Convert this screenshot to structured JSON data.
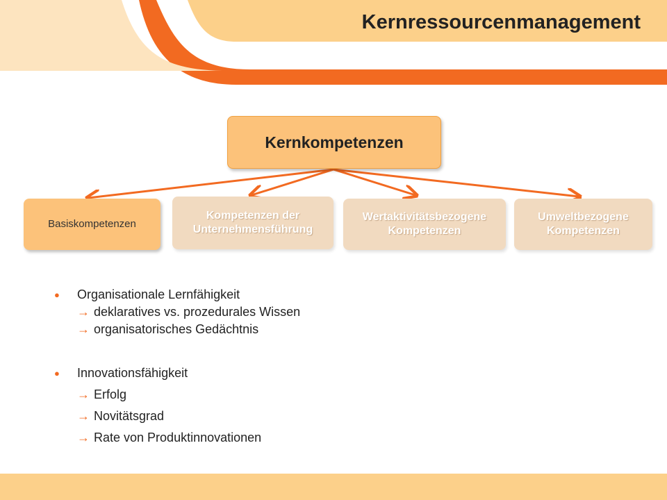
{
  "title": "Kernressourcenmanagement",
  "colors": {
    "accent": "#f26a21",
    "box": "#fcc27a",
    "box_faded": "#f1dac0",
    "banner": "#fcd08a"
  },
  "diagram": {
    "root": "Kernkompetenzen",
    "children": [
      {
        "label": "Basiskompetenzen",
        "state": "active"
      },
      {
        "label": "Kompetenzen der Unternehmensführung",
        "state": "faded"
      },
      {
        "label": "Wertaktivitätsbezogene Kompetenzen",
        "state": "faded"
      },
      {
        "label": "Umweltbezogene Kompetenzen",
        "state": "faded"
      }
    ]
  },
  "bullets": [
    {
      "text": "Organisationale Lernfähigkeit",
      "subs": [
        "deklaratives vs. prozedurales Wissen",
        "organisatorisches Gedächtnis"
      ]
    },
    {
      "text": "Innovationsfähigkeit",
      "subs": [
        "Erfolg",
        "Novitätsgrad",
        "Rate von Produktinnovationen"
      ]
    }
  ],
  "icons": {
    "bullet": "bullet-dot-icon",
    "sub": "right-arrow-icon"
  }
}
